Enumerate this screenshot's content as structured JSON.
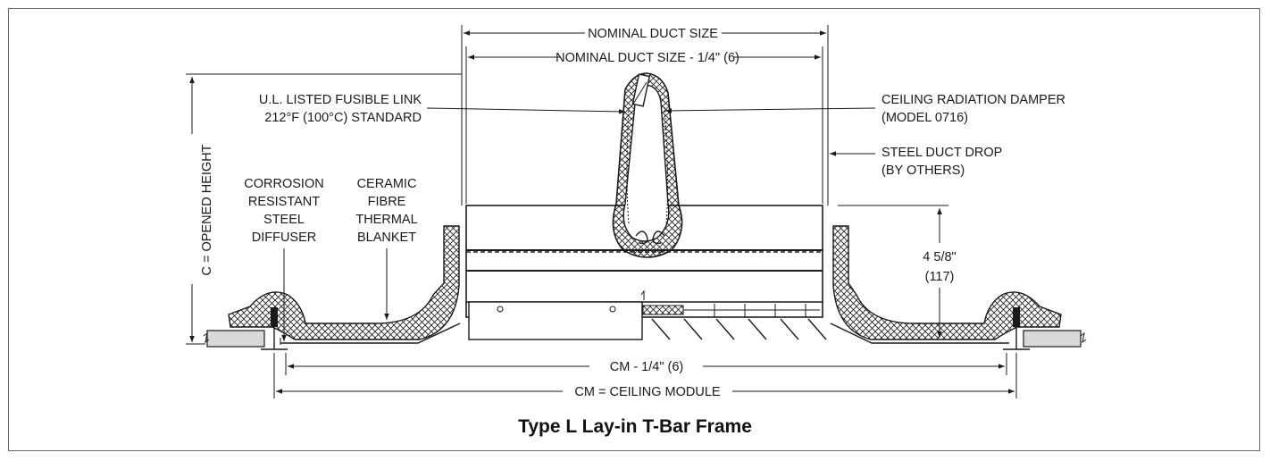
{
  "title": "Type L Lay-in T-Bar Frame",
  "labels": {
    "nominal_duct_size": "NOMINAL DUCT SIZE",
    "nominal_duct_size_minus": "NOMINAL DUCT SIZE - 1/4\" (6)",
    "fusible_link_1": "U.L. LISTED FUSIBLE LINK",
    "fusible_link_2": "212°F (100°C) STANDARD",
    "damper_1": "CEILING RADIATION DAMPER",
    "damper_2": "(MODEL 0716)",
    "duct_drop_1": "STEEL DUCT DROP",
    "duct_drop_2": "(BY OTHERS)",
    "diffuser_1": "CORROSION",
    "diffuser_2": "RESISTANT",
    "diffuser_3": "STEEL",
    "diffuser_4": "DIFFUSER",
    "blanket_1": "CERAMIC",
    "blanket_2": "FIBRE",
    "blanket_3": "THERMAL",
    "blanket_4": "BLANKET",
    "opened_height": "C = OPENED HEIGHT",
    "height_1": "4 5/8\"",
    "height_2": "(117)",
    "cm_minus": "CM - 1/4\" (6)",
    "ceiling_module": "CM = CEILING MODULE"
  },
  "colors": {
    "line": "#1a1a1a",
    "ceiling_tile": "#d9d9d9",
    "border": "#6b6b6b"
  }
}
